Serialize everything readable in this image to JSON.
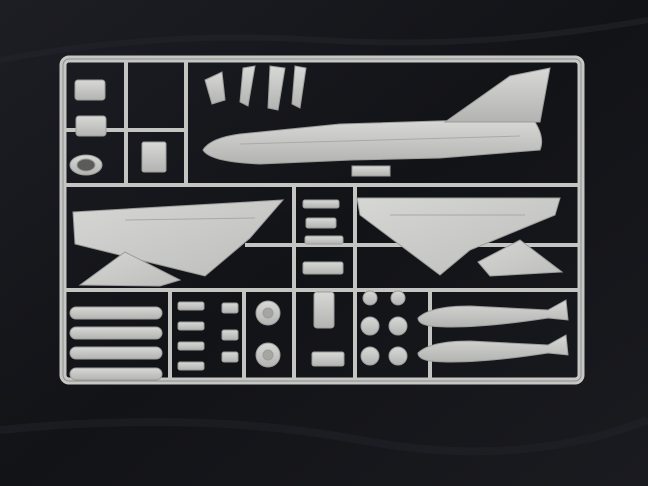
{
  "scene": {
    "subject": "sprue",
    "background_color": "#17181d",
    "plastic_color": "#c8c9c7",
    "plastic_shadow": "#8f9090",
    "parts": [
      "fuselage",
      "tail-fin",
      "left-wing",
      "right-wing",
      "left-stabilizer",
      "right-stabilizer",
      "drop-tank",
      "drop-tank",
      "missile",
      "missile",
      "missile",
      "missile",
      "wheel",
      "wheel",
      "wheel",
      "wheel",
      "wheel",
      "wheel",
      "landing-gear-strut",
      "intake",
      "seat"
    ]
  }
}
